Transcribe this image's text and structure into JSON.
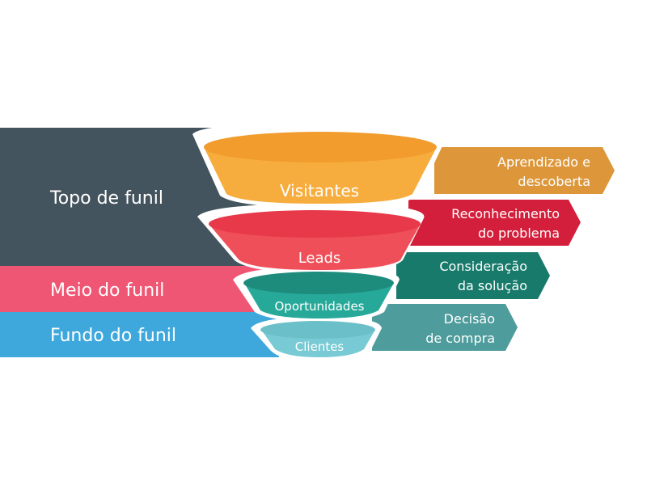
{
  "stages": [
    {
      "label": "Topo de funil",
      "color": "#44545e"
    },
    {
      "label": "Meio do funil",
      "color": "#ef5674"
    },
    {
      "label": "Fundo do funil",
      "color": "#3ea8dd"
    }
  ],
  "funnel": [
    {
      "label": "Visitantes",
      "top_color": "#f19c2c",
      "body_color": "#f7ad3e"
    },
    {
      "label": "Leads",
      "top_color": "#e7394a",
      "body_color": "#ef4f58"
    },
    {
      "label": "Oportunidades",
      "top_color": "#1d8c7d",
      "body_color": "#27a99a"
    },
    {
      "label": "Clientes",
      "top_color": "#6bbfc9",
      "body_color": "#78cbd4"
    }
  ],
  "steps": [
    {
      "line1": "Aprendizado e",
      "line2": "descoberta",
      "color": "#dd973a"
    },
    {
      "line1": "Reconhecimento",
      "line2": "do problema",
      "color": "#d31f3b"
    },
    {
      "line1": "Consideração",
      "line2": "da solução",
      "color": "#177a6b"
    },
    {
      "line1": "Decisão",
      "line2": "de compra",
      "color": "#4f9c9c"
    }
  ]
}
